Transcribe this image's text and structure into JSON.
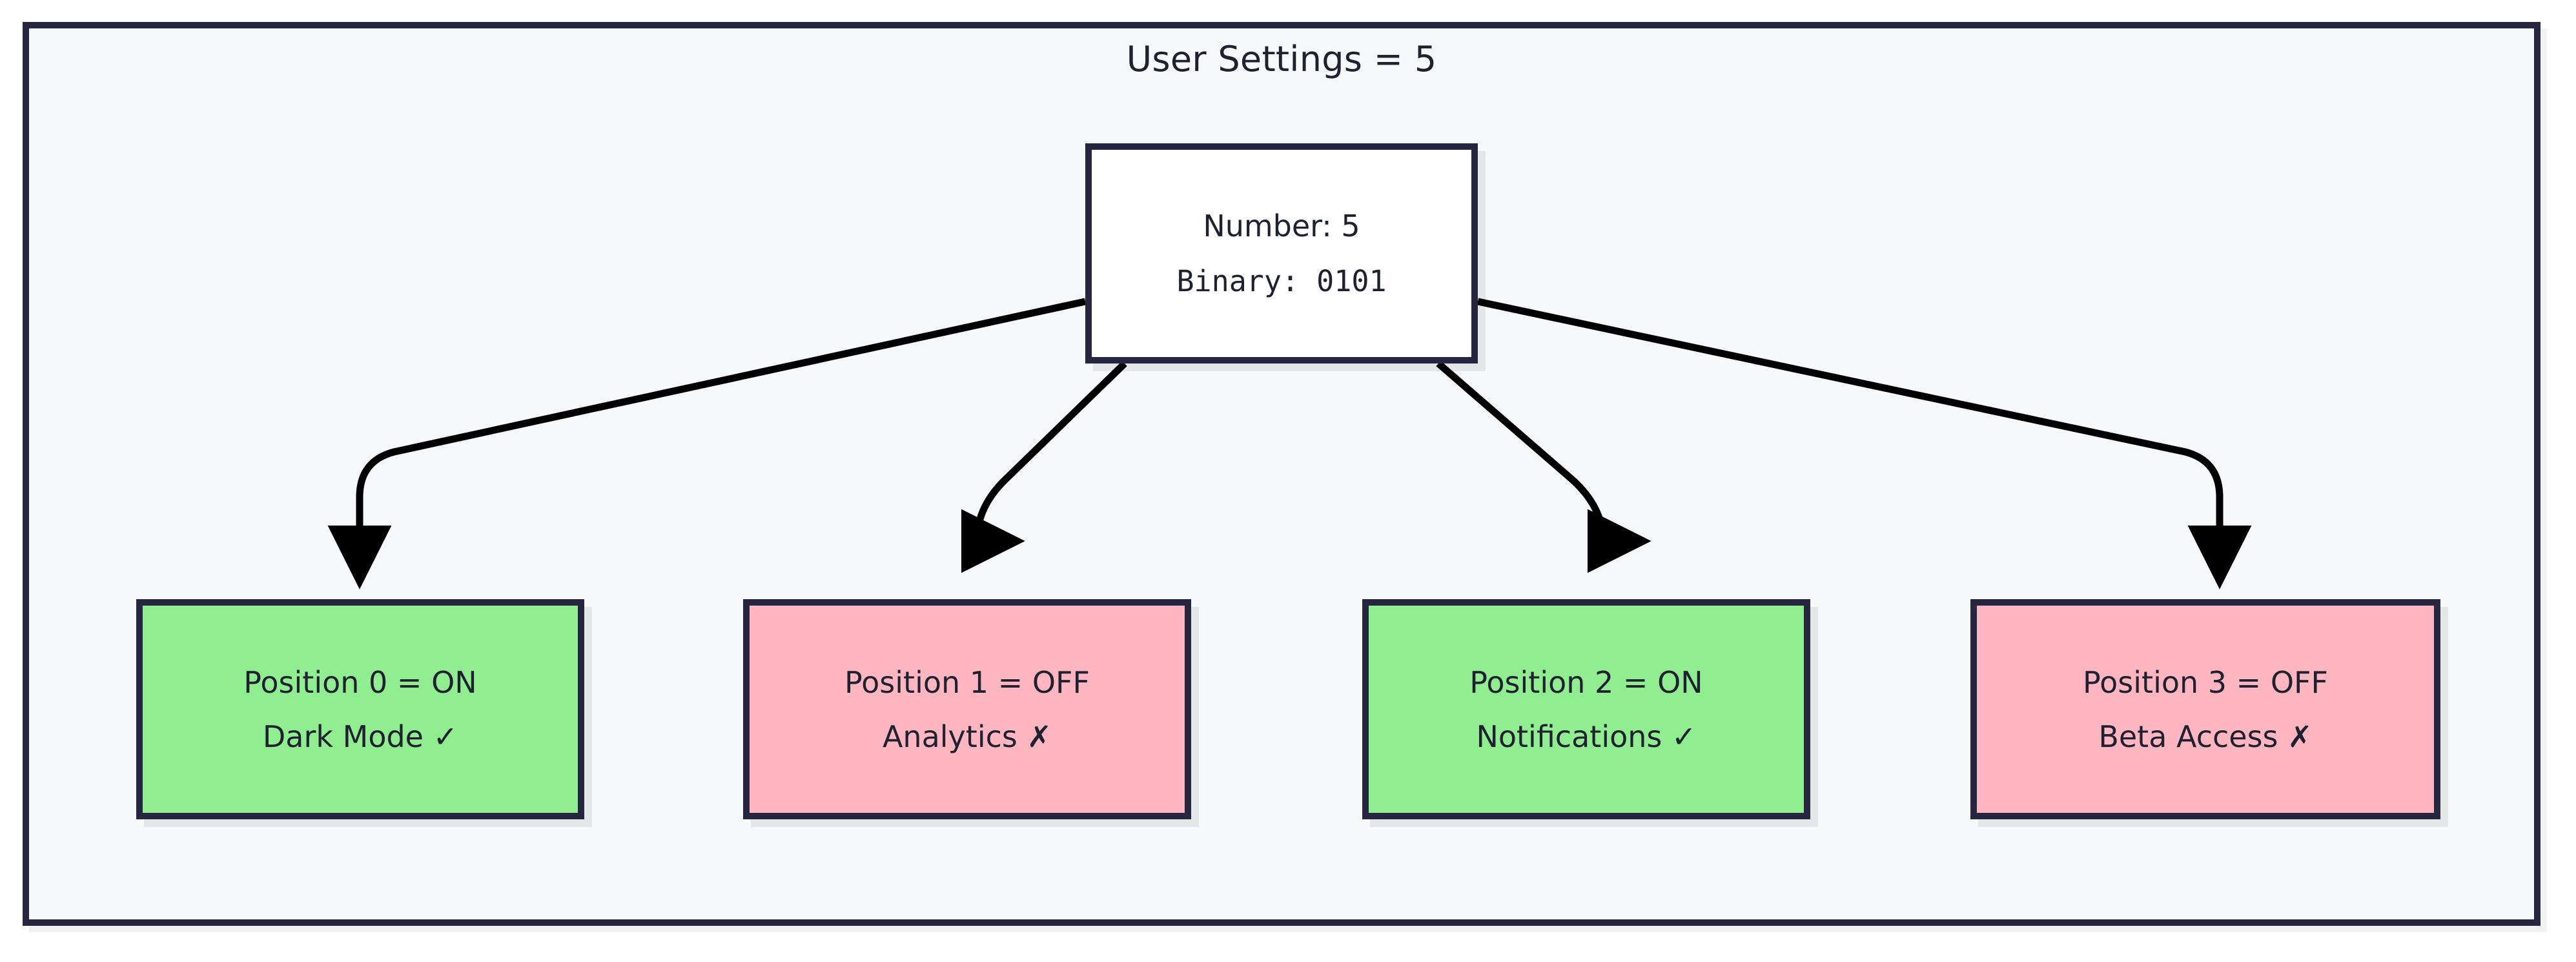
{
  "diagram": {
    "title": "User Settings = 5",
    "type": "bit-flags-tree",
    "colors": {
      "on": "#90ee90",
      "off": "#ffb6c1",
      "stroke": "#262640",
      "root_fill": "#ffffff",
      "canvas": "#f7f8fa",
      "text": "#1f2030"
    },
    "root": {
      "line1": "Number: 5",
      "line2": "Binary: 0101"
    },
    "leaves": [
      {
        "id": "position-0",
        "line1": "Position 0 = ON",
        "line2": "Dark Mode ✓",
        "state": "ON",
        "feature": "Dark Mode",
        "mark": "✓",
        "bit": 1,
        "color": "#90ee90"
      },
      {
        "id": "position-1",
        "line1": "Position 1 = OFF",
        "line2": "Analytics ✗",
        "state": "OFF",
        "feature": "Analytics",
        "mark": "✗",
        "bit": 0,
        "color": "#ffb6c1"
      },
      {
        "id": "position-2",
        "line1": "Position 2 = ON",
        "line2": "Notifications ✓",
        "state": "ON",
        "feature": "Notifications",
        "mark": "✓",
        "bit": 1,
        "color": "#90ee90"
      },
      {
        "id": "position-3",
        "line1": "Position 3 = OFF",
        "line2": "Beta Access ✗",
        "state": "OFF",
        "feature": "Beta Access",
        "mark": "✗",
        "bit": 0,
        "color": "#ffb6c1"
      }
    ]
  }
}
